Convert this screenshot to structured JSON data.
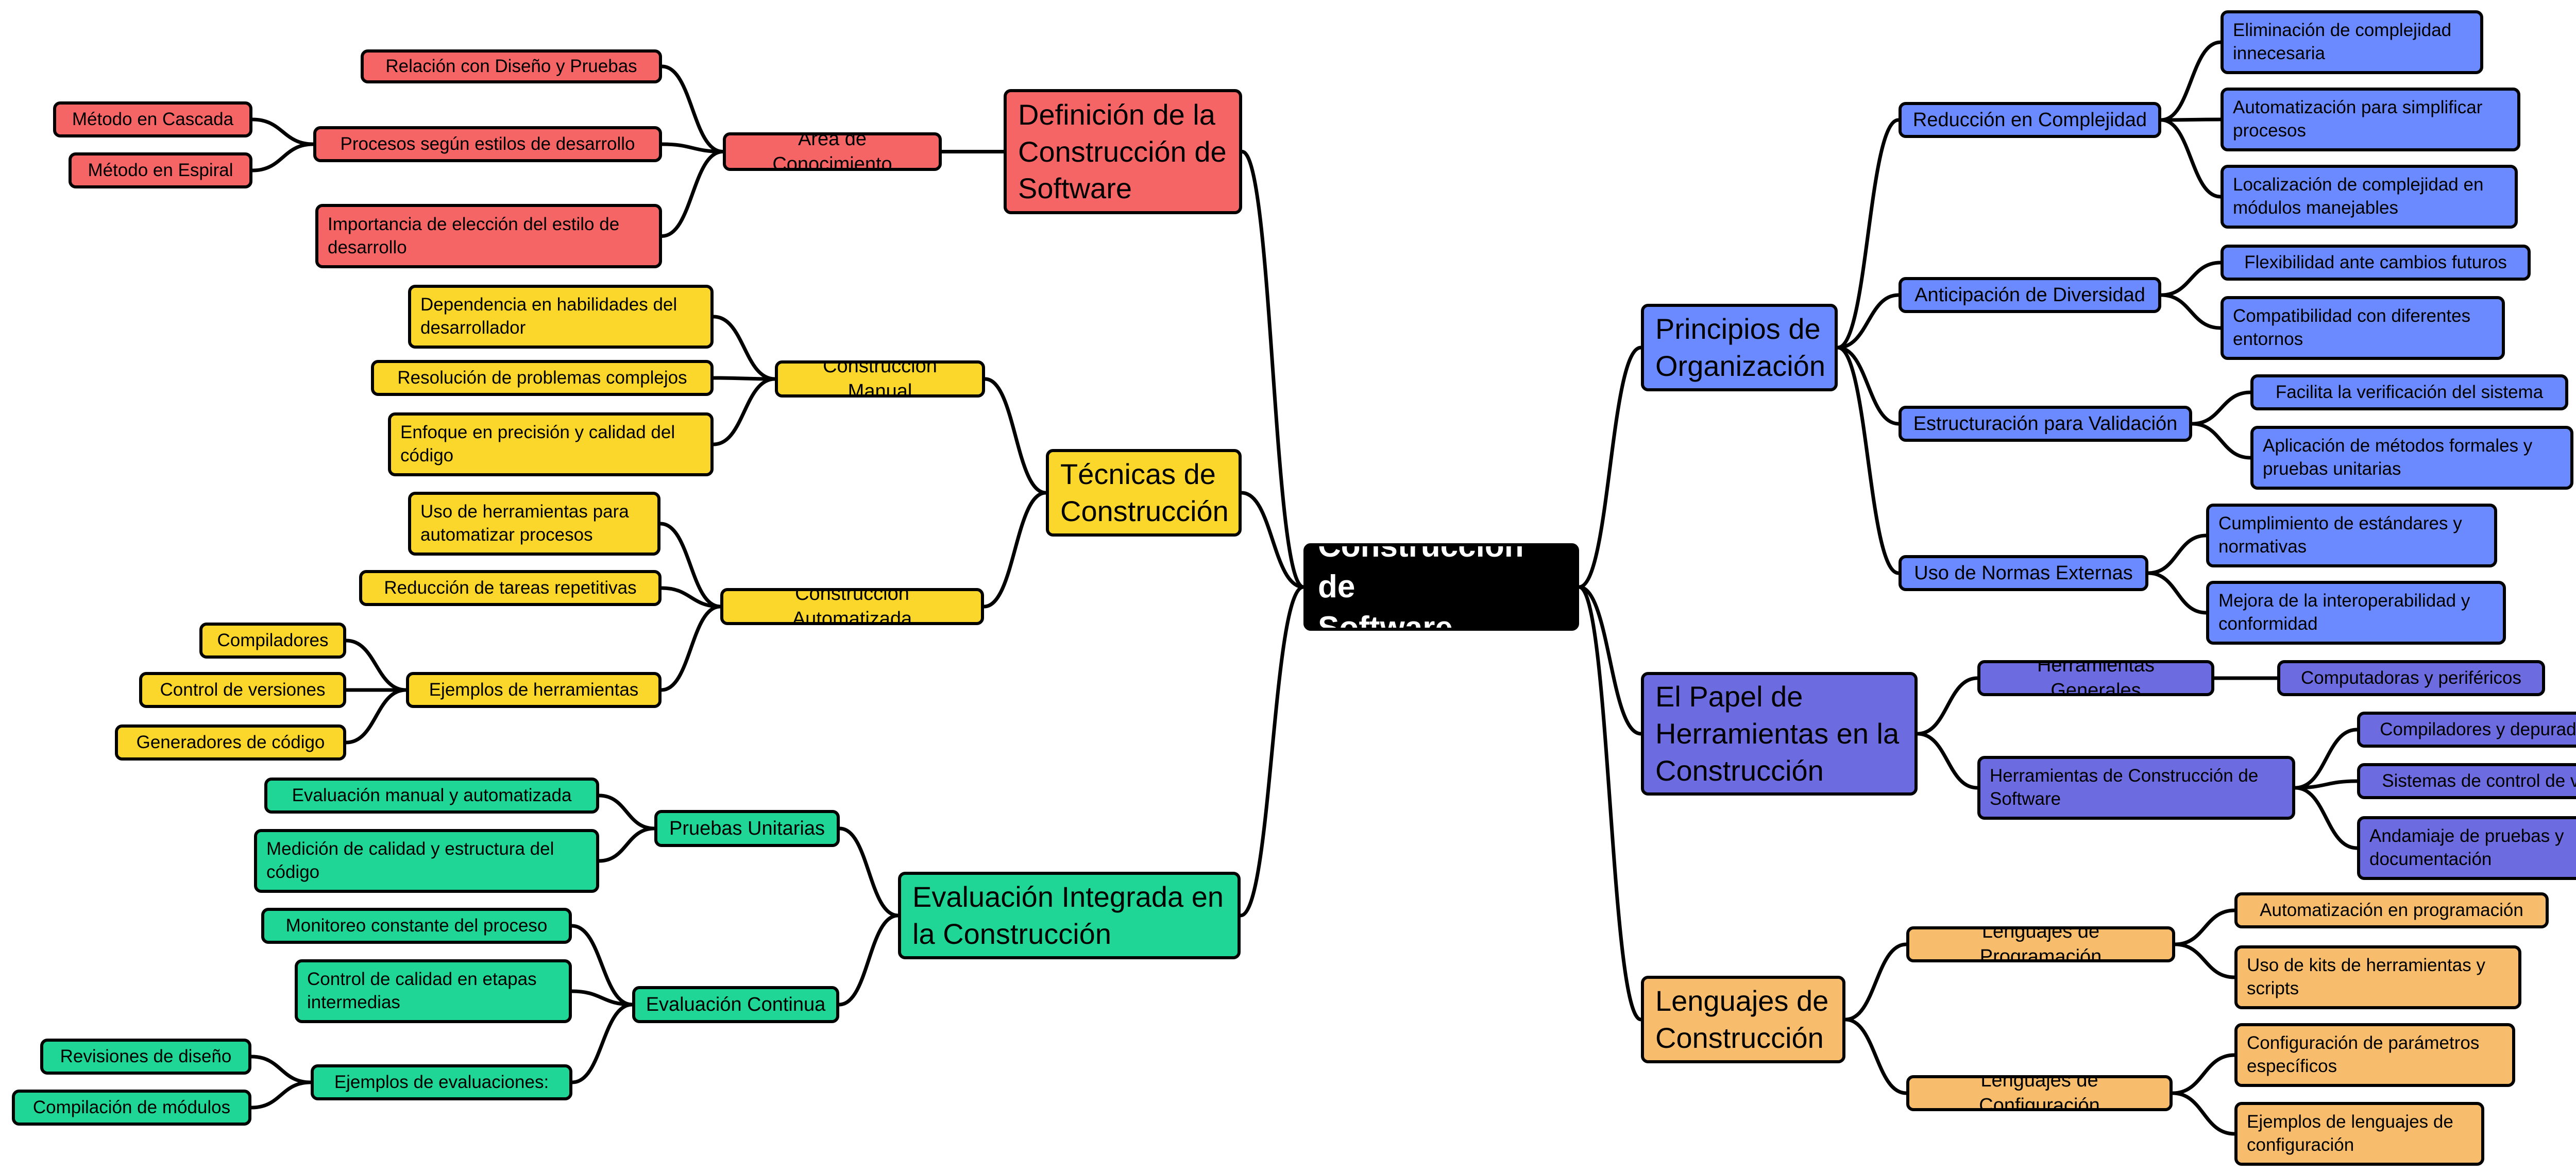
{
  "colors": {
    "root": "#000000",
    "definicion": "#f56565",
    "tecnicas": "#fbd72b",
    "evaluacion": "#1fd696",
    "principios": "#6b8aff",
    "papel": "#6c6ce0",
    "lenguajes": "#f7bd6d",
    "line": "#000000"
  },
  "root": {
    "label": "Construcción de\nSoftware"
  },
  "branches": {
    "definicion": {
      "label": "Definición de la\nConstrucción de\nSoftware",
      "area": {
        "label": "Área de Conocimiento",
        "relacion": "Relación con Diseño y Pruebas",
        "procesos": {
          "label": "Procesos según estilos de desarrollo",
          "cascada": "Método en Cascada",
          "espiral": "Método en Espiral"
        },
        "importancia": "Importancia de elección del estilo de\ndesarrollo"
      }
    },
    "tecnicas": {
      "label": "Técnicas de\nConstrucción",
      "manual": {
        "label": "Construcción Manual",
        "dependencia": "Dependencia en habilidades del\ndesarrollador",
        "resolucion": "Resolución de problemas complejos",
        "enfoque": "Enfoque en precisión y calidad del\ncódigo"
      },
      "automatizada": {
        "label": "Construcción Automatizada",
        "uso": "Uso de herramientas para\nautomatizar procesos",
        "reduccion": "Reducción de tareas repetitivas",
        "ejemplos": {
          "label": "Ejemplos de herramientas",
          "compiladores": "Compiladores",
          "control": "Control de versiones",
          "generadores": "Generadores de código"
        }
      }
    },
    "evaluacion": {
      "label": "Evaluación Integrada en\nla Construcción",
      "unitarias": {
        "label": "Pruebas Unitarias",
        "manual_auto": "Evaluación manual y automatizada",
        "medicion": "Medición de calidad y estructura del\ncódigo"
      },
      "continua": {
        "label": "Evaluación Continua",
        "monitoreo": "Monitoreo constante del proceso",
        "control": "Control de calidad en etapas\nintermedias",
        "ejemplos": {
          "label": "Ejemplos de evaluaciones:",
          "revisiones": "Revisiones de diseño",
          "compilacion": "Compilación de módulos"
        }
      }
    },
    "principios": {
      "label": "Principios de\nOrganización",
      "reduccion": {
        "label": "Reducción en Complejidad",
        "eliminacion": "Eliminación de complejidad\ninnecesaria",
        "automatizacion": "Automatización para simplificar\nprocesos",
        "localizacion": "Localización de complejidad en\nmódulos manejables"
      },
      "anticipacion": {
        "label": "Anticipación de Diversidad",
        "flexibilidad": "Flexibilidad ante cambios futuros",
        "compatibilidad": "Compatibilidad con diferentes\nentornos"
      },
      "estructuracion": {
        "label": "Estructuración para Validación",
        "facilita": "Facilita la verificación del sistema",
        "aplicacion": "Aplicación de métodos formales y\npruebas unitarias"
      },
      "normas": {
        "label": "Uso de Normas Externas",
        "cumplimiento": "Cumplimiento de estándares y\nnormativas",
        "mejora": "Mejora de la interoperabilidad y\nconformidad"
      }
    },
    "papel": {
      "label": "El Papel de\nHerramientas en la\nConstrucción",
      "generales": {
        "label": "Herramientas Generales",
        "computadoras": "Computadoras y periféricos"
      },
      "construccion": {
        "label": "Herramientas de Construcción de\nSoftware",
        "compiladores": "Compiladores y depuradores",
        "sistemas": "Sistemas de control de versiones",
        "andamiaje": "Andamiaje de pruebas y\ndocumentación"
      }
    },
    "lenguajes": {
      "label": "Lenguajes de\nConstrucción",
      "programacion": {
        "label": "Lenguajes de Programación",
        "automatizacion": "Automatización en programación",
        "kits": "Uso de kits de herramientas y\nscripts"
      },
      "configuracion": {
        "label": "Lenguajes de Configuración",
        "parametros": "Configuración de parámetros\nespecíficos",
        "ejemplos": "Ejemplos de lenguajes de\nconfiguración"
      }
    }
  }
}
